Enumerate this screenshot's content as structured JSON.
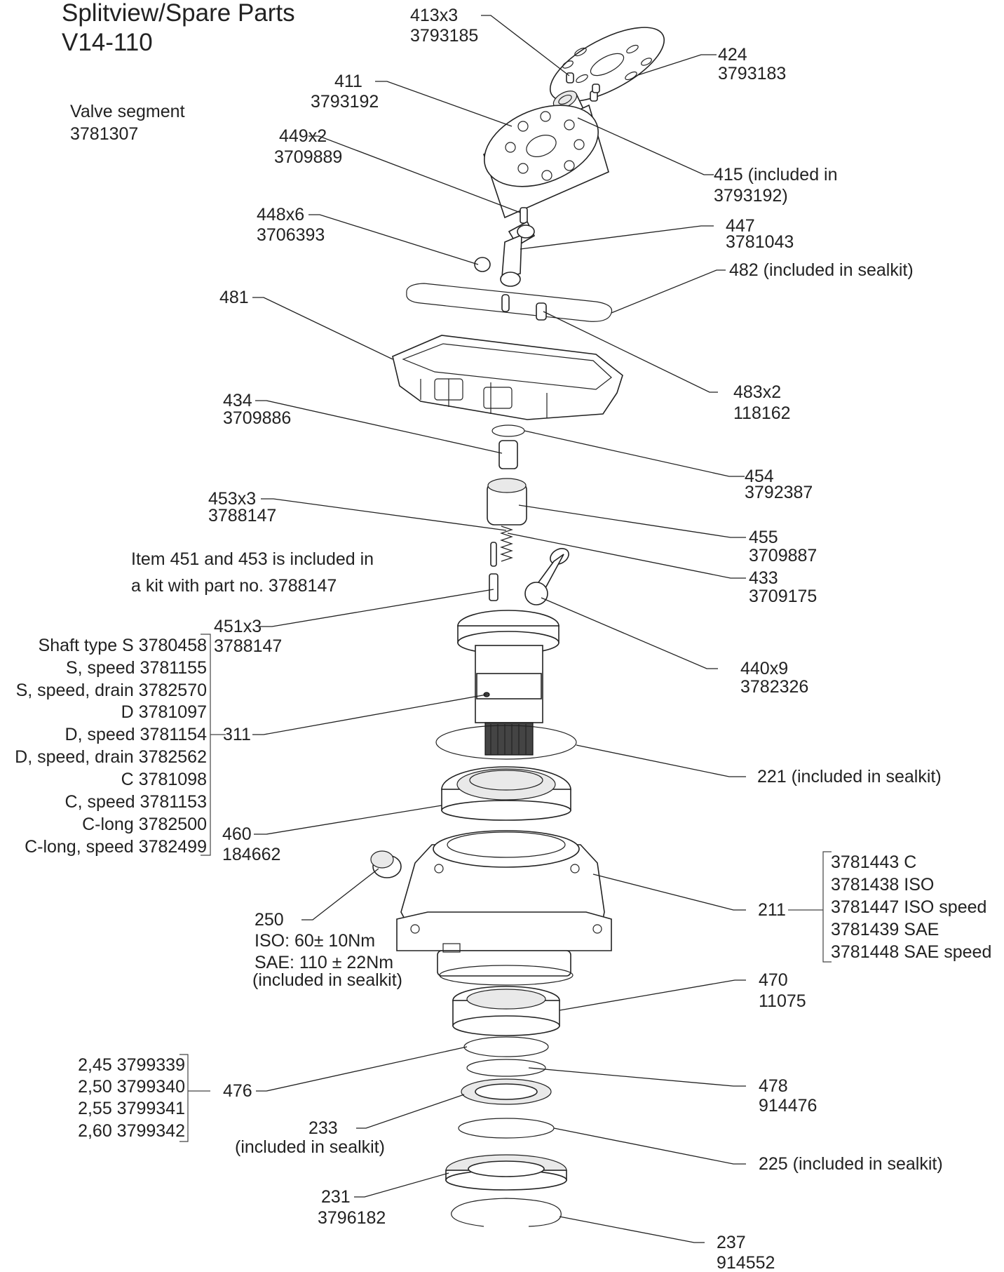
{
  "title": {
    "line1": "Splitview/Spare Parts",
    "line2": "V14-110"
  },
  "valve_segment": {
    "line1": "Valve segment",
    "line2": "3781307"
  },
  "kit_note": {
    "line1": "Item 451 and 453 is included in",
    "line2": "a kit with part no. 3788147"
  },
  "callouts": [
    {
      "line1": "413x3",
      "line2": "3793185"
    },
    {
      "line1": "424",
      "line2": "3793183"
    },
    {
      "line1": "411",
      "line2": "3793192"
    },
    {
      "line1": "449x2",
      "line2": "3709889"
    },
    {
      "line1": "415 (included in",
      "line2": "3793192)"
    },
    {
      "line1": "448x6",
      "line2": "3706393"
    },
    {
      "line1": "447",
      "line2": "3781043"
    },
    {
      "line1": "482 (included in sealkit)",
      "line2": ""
    },
    {
      "line1": "481",
      "line2": ""
    },
    {
      "line1": "483x2",
      "line2": "118162"
    },
    {
      "line1": "434",
      "line2": "3709886"
    },
    {
      "line1": "454",
      "line2": "3792387"
    },
    {
      "line1": "453x3",
      "line2": "3788147"
    },
    {
      "line1": "455",
      "line2": "3709887"
    },
    {
      "line1": "433",
      "line2": "3709175"
    },
    {
      "line1": "451x3",
      "line2": "3788147"
    },
    {
      "line1": "440x9",
      "line2": "3782326"
    },
    {
      "line1": "311",
      "line2": ""
    },
    {
      "line1": "221 (included in sealkit)",
      "line2": ""
    },
    {
      "line1": "460",
      "line2": "184662"
    },
    {
      "line1": "250",
      "line2": ""
    },
    {
      "line1": "211",
      "line2": ""
    },
    {
      "line1": "470",
      "line2": "11075"
    },
    {
      "line1": "476",
      "line2": ""
    },
    {
      "line1": "478",
      "line2": "914476"
    },
    {
      "line1": "233",
      "line2": "(included in sealkit)"
    },
    {
      "line1": "225 (included in sealkit)",
      "line2": ""
    },
    {
      "line1": "231",
      "line2": "3796182"
    },
    {
      "line1": "237",
      "line2": "914552"
    }
  ],
  "torque_note": {
    "iso": "ISO: 60± 10Nm",
    "sae": "SAE: 110 ± 22Nm",
    "sealkit": "(included in sealkit)"
  },
  "shaft_variants": [
    "Shaft type S 3780458",
    "S, speed 3781155",
    "S, speed, drain 3782570",
    "D 3781097",
    "D, speed 3781154",
    "D, speed, drain 3782562",
    "C 3781098",
    "C, speed 3781153",
    "C-long 3782500",
    "C-long, speed 3782499"
  ],
  "housing_variants": [
    "3781443 C",
    "3781438 ISO",
    "3781447 ISO speed",
    "3781439 SAE",
    "3781448 SAE speed"
  ],
  "shim_variants": [
    "2,45 3799339",
    "2,50 3799340",
    "2,55 3799341",
    "2,60 3799342"
  ]
}
